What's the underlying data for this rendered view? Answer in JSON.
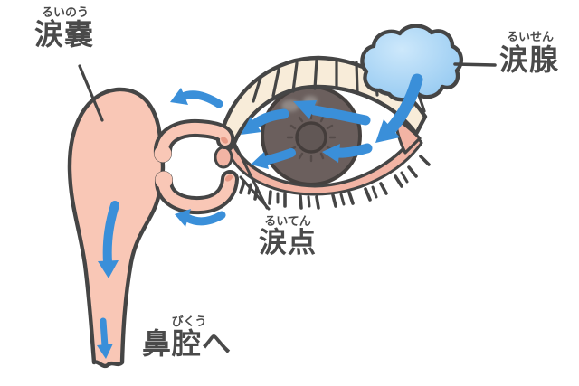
{
  "diagram": {
    "background_color": "#ffffff",
    "outline_color": "#454545",
    "text_color": "#4a4a4a",
    "labels": {
      "lacrimal_sac": {
        "furigana": "るいのう",
        "text": "涙嚢"
      },
      "lacrimal_gland": {
        "furigana": "るいせん",
        "text": "涙腺"
      },
      "lacrimal_punctum": {
        "furigana": "るいてん",
        "text": "涙点"
      },
      "to_nasal_cavity": {
        "furigana": "びくう",
        "text": "鼻腔へ"
      }
    },
    "colors": {
      "tear_flow_arrow": "#3a8fd9",
      "lacrimal_gland_fill": "#9ccdf2",
      "lacrimal_duct_fill": "#f9c7b6",
      "lid_margin_pink": "#f2b4a4",
      "upper_eyelid_fill": "#f8ecd9",
      "iris_fill": "#6b5f5d",
      "sclera_fill": "#ffffff"
    },
    "parts": [
      {
        "name": "lacrimal-gland-cloud"
      },
      {
        "name": "eye"
      },
      {
        "name": "lacrimal-sac"
      },
      {
        "name": "canaliculi-loop"
      },
      {
        "name": "nasolacrimal-duct"
      },
      {
        "name": "tear-flow-arrows",
        "count": 9
      }
    ]
  }
}
